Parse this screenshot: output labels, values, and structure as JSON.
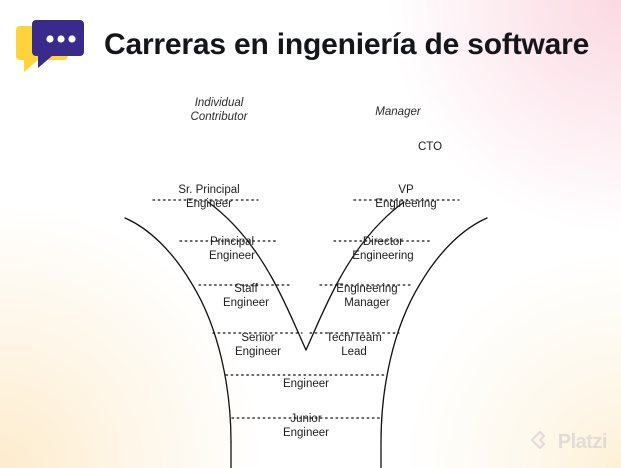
{
  "header": {
    "title": "Carreras en ingeniería de software",
    "logo_icon": "platzi-chat-bubble-logo"
  },
  "diagram": {
    "branches": [
      {
        "id": "individual-contributor",
        "label": "Individual\nContributor"
      },
      {
        "id": "manager",
        "label": "Manager"
      }
    ],
    "levels_shared": [
      {
        "id": "junior-engineer",
        "label": "Junior\nEngineer"
      },
      {
        "id": "engineer",
        "label": "Engineer"
      }
    ],
    "levels_ic": [
      {
        "id": "senior-engineer",
        "label": "Senior\nEngineer"
      },
      {
        "id": "staff-engineer",
        "label": "Staff\nEngineer"
      },
      {
        "id": "principal-engineer",
        "label": "Principal\nEngineer"
      },
      {
        "id": "sr-principal-engineer",
        "label": "Sr. Principal\nEngineer"
      }
    ],
    "levels_manager": [
      {
        "id": "tech-team-lead",
        "label": "Tech/Team\nLead"
      },
      {
        "id": "engineering-manager",
        "label": "Engineering\nManager"
      },
      {
        "id": "director-engineering",
        "label": "Director\nEngineering"
      },
      {
        "id": "vp-engineering",
        "label": "VP\nEngineering"
      },
      {
        "id": "cto",
        "label": "CTO"
      }
    ]
  },
  "watermark": {
    "text": "Platzi",
    "icon": "platzi-mark"
  },
  "colors": {
    "brand_purple": "#3a2a8c",
    "brand_yellow": "#ffd43b",
    "title_text": "#15161a",
    "diagram_line": "#111111",
    "watermark_text": "#c9c9cf"
  }
}
